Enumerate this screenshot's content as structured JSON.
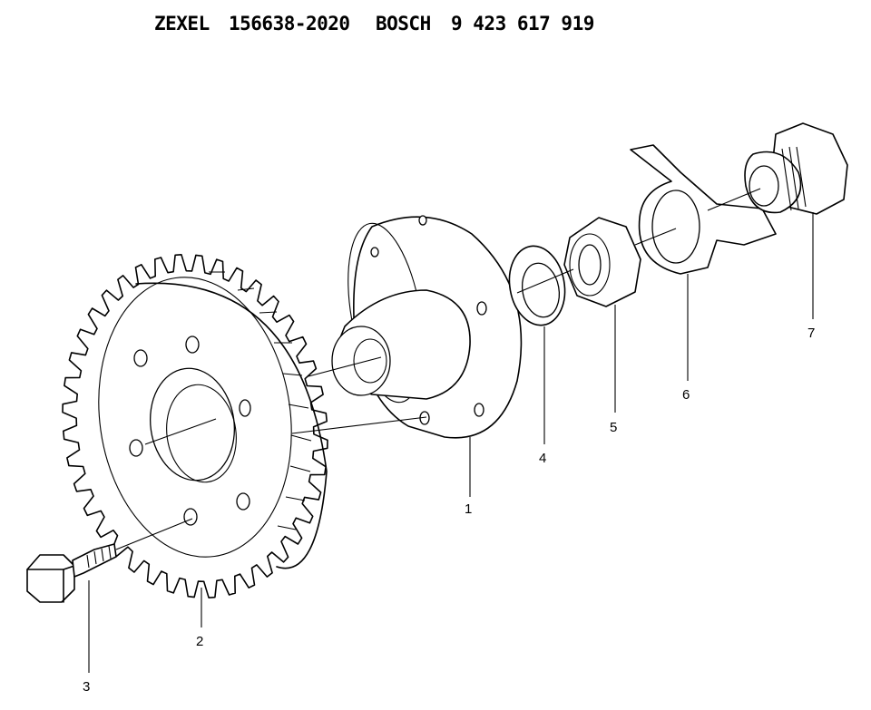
{
  "header": {
    "brand1": "ZEXEL",
    "part1": "156638-2020",
    "brand2": "BOSCH",
    "part2": "9 423 617 919"
  },
  "callouts": [
    "1",
    "2",
    "3",
    "4",
    "5",
    "6",
    "7"
  ]
}
